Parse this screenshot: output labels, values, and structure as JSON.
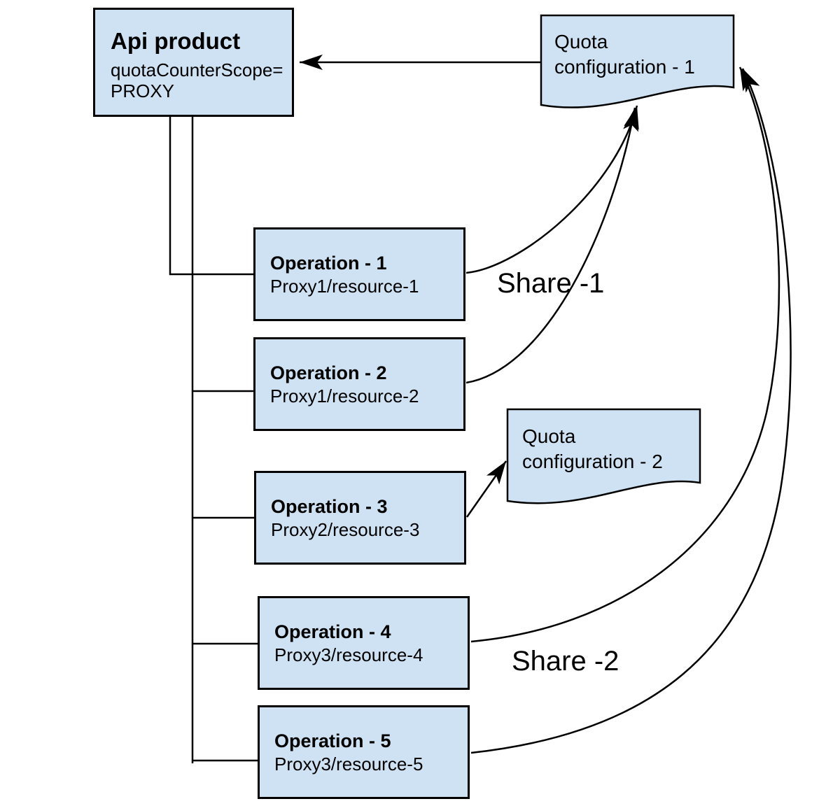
{
  "diagram": {
    "api_product": {
      "title": "Api product",
      "scope_line1": "quotaCounterScope=",
      "scope_line2": "PROXY"
    },
    "quota_config_1": {
      "line1": "Quota",
      "line2": "configuration - 1"
    },
    "quota_config_2": {
      "line1": "Quota",
      "line2": "configuration - 2"
    },
    "operations": [
      {
        "title": "Operation - 1",
        "subtitle": "Proxy1/resource-1"
      },
      {
        "title": "Operation - 2",
        "subtitle": "Proxy1/resource-2"
      },
      {
        "title": "Operation - 3",
        "subtitle": "Proxy2/resource-3"
      },
      {
        "title": "Operation - 4",
        "subtitle": "Proxy3/resource-4"
      },
      {
        "title": "Operation - 5",
        "subtitle": "Proxy3/resource-5"
      }
    ],
    "labels": {
      "share1": "Share -1",
      "share2": "Share -2"
    },
    "colors": {
      "shape_fill": "#cfe2f3",
      "shape_border": "#000000",
      "line": "#000000"
    }
  }
}
